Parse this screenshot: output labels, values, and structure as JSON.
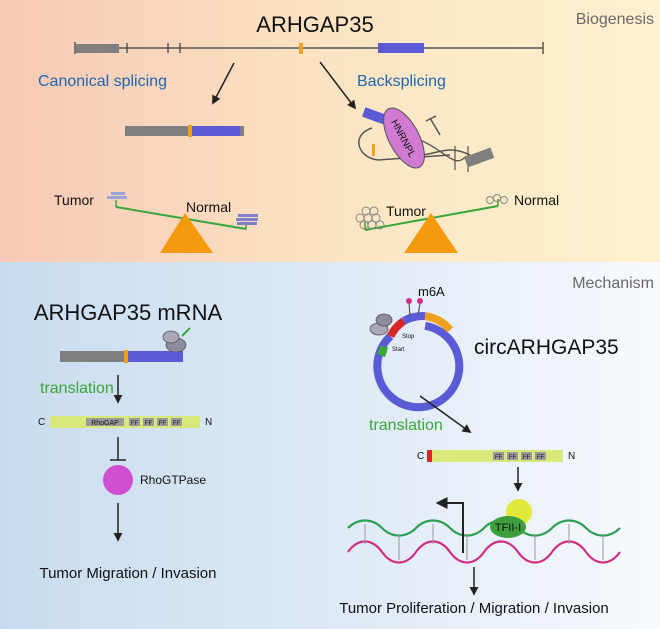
{
  "panels": {
    "biogenesis": {
      "label": "Biogenesis"
    },
    "mechanism": {
      "label": "Mechanism"
    }
  },
  "gene": {
    "title": "ARHGAP35"
  },
  "splicing": {
    "canonical_label": "Canonical splicing",
    "back_label": "Backsplicing",
    "protein_label": "HNRNPL"
  },
  "balance_left": {
    "tumor_label": "Tumor",
    "normal_label": "Normal"
  },
  "balance_right": {
    "tumor_label": "Tumor",
    "normal_label": "Normal"
  },
  "mrna_path": {
    "title": "ARHGAP35 mRNA",
    "translation_label": "translation",
    "protein_c": "C",
    "protein_n": "N",
    "ff_label": "FF",
    "domain_label": "RhoGAP",
    "target_label": "RhoGTPase",
    "outcome_label": "Tumor Migration / Invasion"
  },
  "circ_path": {
    "title": "circARHGAP35",
    "m6a_label": "m6A",
    "stop_label": "Stop",
    "start_label": "Start",
    "translation_label": "translation",
    "protein_c": "C",
    "protein_n": "N",
    "ff_label": "FF",
    "tf_label": "TFII-I",
    "outcome_label": "Tumor Proliferation / Migration / Invasion"
  },
  "colors": {
    "blue": "#5b5bd6",
    "gray": "#7f7f7f",
    "orange": "#f0a020",
    "triangle": "#f59a0c",
    "green": "#3aa63a",
    "label_blue": "#1f66b0",
    "magenta": "#d04fd0",
    "yellow_green": "#d9e87a",
    "tf_yellow": "#e1ea3a",
    "tf_green": "#3c9e3c",
    "hnrnpl": "#d17ad1",
    "helix_green": "#2e9e52",
    "helix_pink": "#d02f86",
    "red": "#d92626"
  }
}
